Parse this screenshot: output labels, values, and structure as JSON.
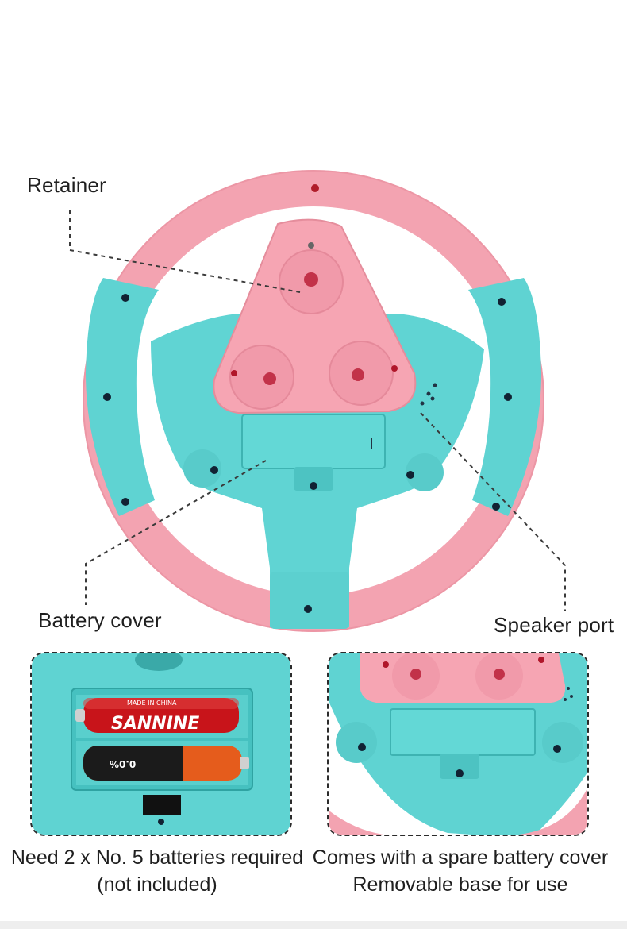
{
  "labels": {
    "retainer": "Retainer",
    "battery_cover": "Battery cover",
    "speaker_port": "Speaker port"
  },
  "battery_brand": {
    "top_battery_small": "MADE IN CHINA",
    "top_battery_brand": "SANNINE",
    "bottom_battery_mark": "0.0%"
  },
  "captions": {
    "left_line1": "Need 2 x No. 5 batteries required",
    "left_line2": "(not included)",
    "right_line1": "Comes with a spare battery cover",
    "right_line2": "Removable base for use"
  },
  "colors": {
    "pink": "#f4a7b4",
    "teal": "#62d6d4",
    "leader_line": "#3a3a3a"
  }
}
